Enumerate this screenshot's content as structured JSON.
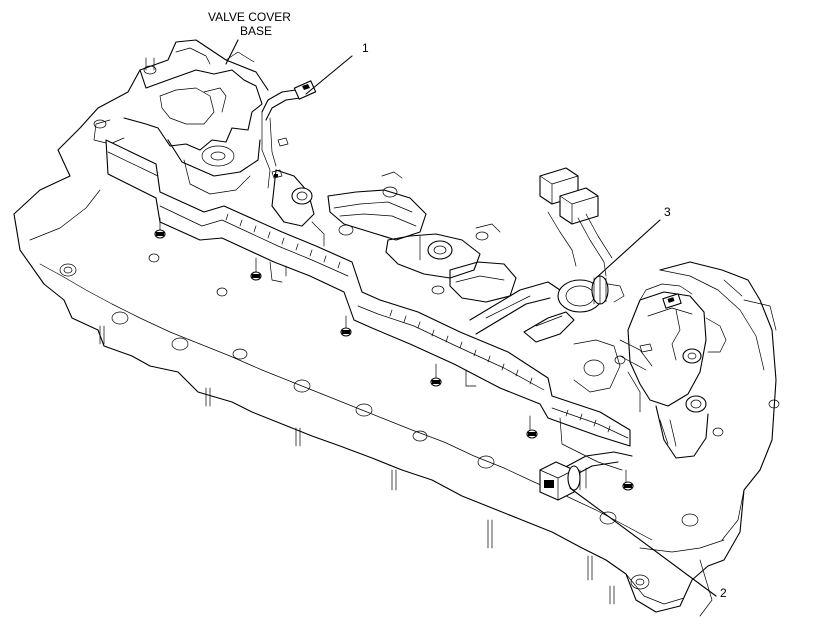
{
  "diagram": {
    "title_line1": "VALVE COVER",
    "title_line2": "BASE",
    "callouts": [
      {
        "id": "1",
        "label": "1"
      },
      {
        "id": "2",
        "label": "2"
      },
      {
        "id": "3",
        "label": "3"
      }
    ],
    "stroke_color": "#000000",
    "background": "#ffffff"
  }
}
